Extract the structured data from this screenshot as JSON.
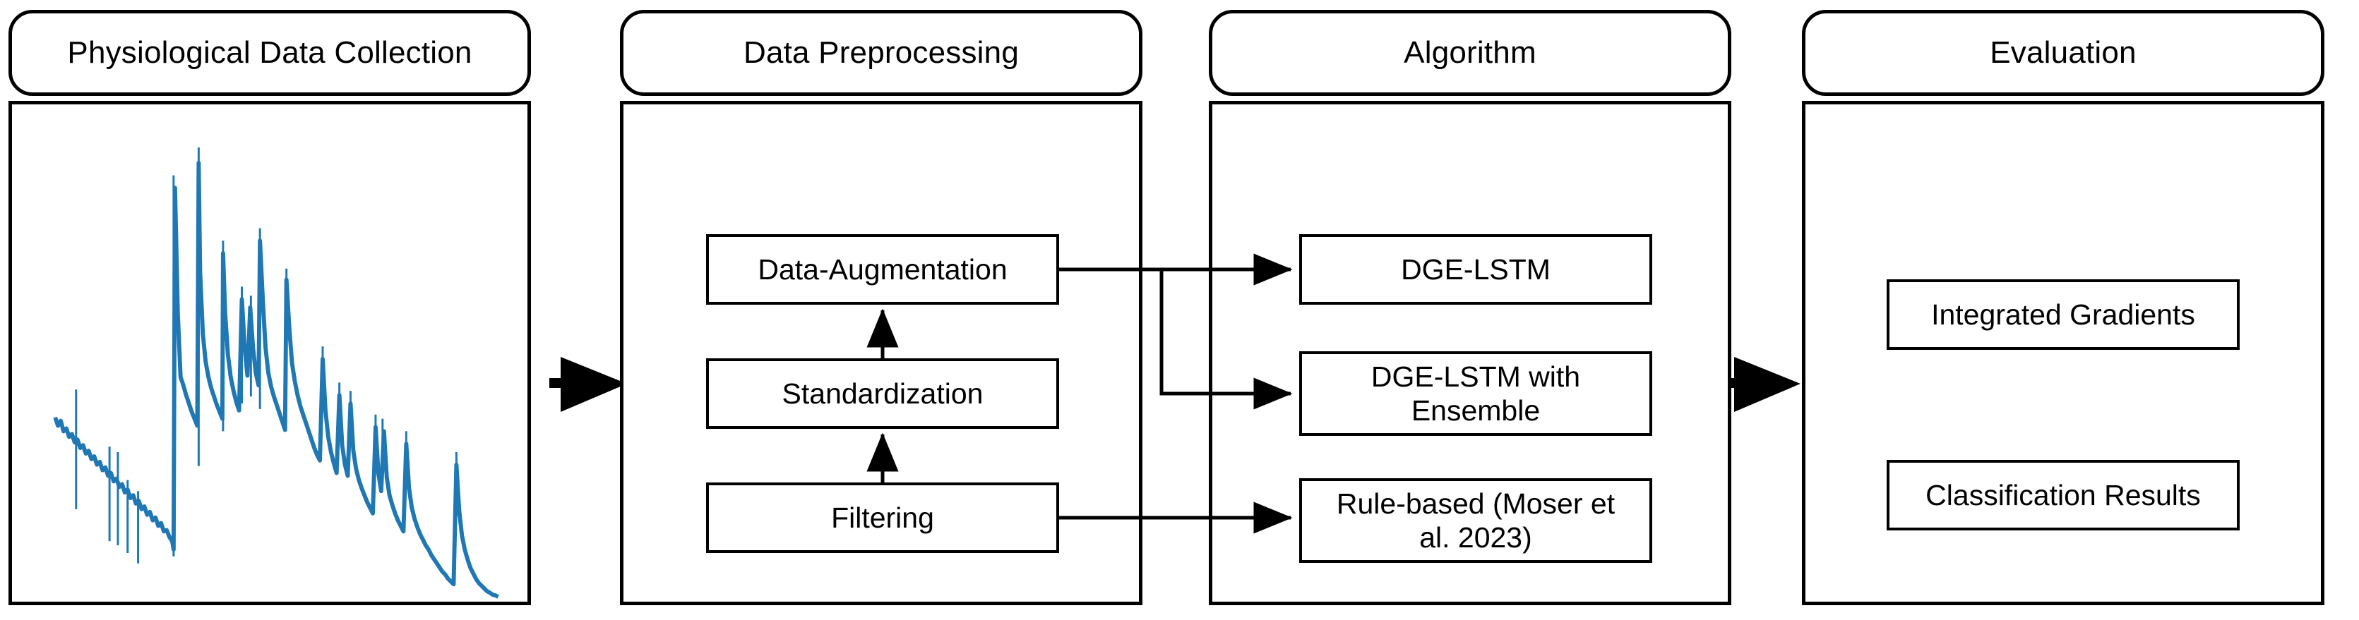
{
  "diagram": {
    "title": "Methodology pipeline flowchart",
    "background_color": "#ffffff",
    "line_color": "#000000",
    "signal_color": "#1f77b4"
  },
  "stages": [
    {
      "id": "physiological-data-collection",
      "header": "Physiological Data Collection",
      "content_type": "signal-plot",
      "items": []
    },
    {
      "id": "data-preprocessing",
      "header": "Data Preprocessing",
      "content_type": "boxes",
      "items": [
        {
          "id": "data-augmentation",
          "label": "Data-Augmentation"
        },
        {
          "id": "standardization",
          "label": "Standardization"
        },
        {
          "id": "filtering",
          "label": "Filtering"
        }
      ]
    },
    {
      "id": "algorithm",
      "header": "Algorithm",
      "content_type": "boxes",
      "items": [
        {
          "id": "dge-lstm",
          "label": "DGE-LSTM"
        },
        {
          "id": "dge-lstm-with-ensemble",
          "label": "DGE-LSTM with\nEnsemble"
        },
        {
          "id": "rule-based-moser",
          "label": "Rule-based (Moser et\nal. 2023)"
        }
      ]
    },
    {
      "id": "evaluation",
      "header": "Evaluation",
      "content_type": "boxes",
      "items": [
        {
          "id": "integrated-gradients",
          "label": "Integrated Gradients"
        },
        {
          "id": "classification-results",
          "label": "Classification Results"
        }
      ]
    }
  ],
  "arrows": {
    "stage_arrow_1": "collection-to-preprocessing-arrow",
    "stage_arrow_2": "algorithm-to-evaluation-arrow",
    "internal": [
      "filtering-to-standardization-arrow",
      "standardization-to-data-augmentation-arrow",
      "data-augmentation-to-dge-lstm-arrow",
      "data-augmentation-to-dge-lstm-ensemble-arrow",
      "filtering-to-rule-based-arrow"
    ]
  },
  "chart_data": {
    "type": "line",
    "title": "",
    "xlabel": "",
    "ylabel": "",
    "series_name": "Electrodermal activity signal",
    "color": "#1f77b4",
    "grid": false,
    "legend": "none",
    "xlim": [
      0,
      1000
    ],
    "ylim": [
      0,
      100
    ],
    "description": "Noisy physiological (EDA-like) time series: slow decay from a mid baseline with superimposed high-frequency noise and sharp narrow spikes, a large step rise near x=230 with several tall peaks between x=230 and x=470, then a long gradual decay to the right edge with sparse spikes.",
    "x": [
      0,
      10,
      20,
      30,
      40,
      50,
      60,
      70,
      80,
      90,
      100,
      110,
      120,
      130,
      140,
      150,
      160,
      170,
      180,
      190,
      200,
      210,
      220,
      225,
      230,
      235,
      245,
      255,
      265,
      275,
      285,
      295,
      300,
      305,
      315,
      325,
      335,
      345,
      350,
      355,
      360,
      370,
      380,
      390,
      395,
      400,
      405,
      410,
      420,
      430,
      440,
      450,
      455,
      460,
      470,
      480,
      490,
      500,
      520,
      540,
      560,
      580,
      600,
      620,
      640,
      660,
      680,
      700,
      720,
      740,
      760,
      780,
      800,
      820,
      840,
      860,
      880,
      900,
      920,
      940,
      960,
      980,
      1000
    ],
    "y": [
      38,
      36,
      35,
      33,
      34,
      32,
      31,
      30,
      29,
      28,
      27,
      26,
      25,
      24,
      23,
      22,
      21,
      20,
      19,
      18,
      17,
      16,
      15,
      14,
      13,
      86,
      52,
      48,
      45,
      42,
      40,
      38,
      94,
      72,
      64,
      58,
      52,
      48,
      78,
      66,
      58,
      52,
      47,
      44,
      70,
      76,
      62,
      56,
      50,
      46,
      74,
      64,
      56,
      50,
      44,
      40,
      37,
      35,
      33,
      31,
      30,
      28,
      27,
      26,
      25,
      24,
      23,
      22,
      21,
      20,
      19,
      18,
      17,
      16,
      15,
      14,
      13,
      12,
      11,
      11,
      10,
      10,
      9
    ],
    "spikes": [
      {
        "x": 45,
        "height": 47
      },
      {
        "x": 85,
        "height": 36
      },
      {
        "x": 95,
        "height": 34
      },
      {
        "x": 125,
        "height": 27
      },
      {
        "x": 230,
        "height": 88
      },
      {
        "x": 268,
        "height": 97
      },
      {
        "x": 300,
        "height": 80
      },
      {
        "x": 330,
        "height": 72
      },
      {
        "x": 348,
        "height": 70
      },
      {
        "x": 362,
        "height": 84
      },
      {
        "x": 405,
        "height": 76
      },
      {
        "x": 470,
        "height": 51
      },
      {
        "x": 500,
        "height": 42
      },
      {
        "x": 520,
        "height": 40
      },
      {
        "x": 580,
        "height": 34
      },
      {
        "x": 595,
        "height": 33
      },
      {
        "x": 650,
        "height": 28
      },
      {
        "x": 760,
        "height": 22
      }
    ]
  }
}
